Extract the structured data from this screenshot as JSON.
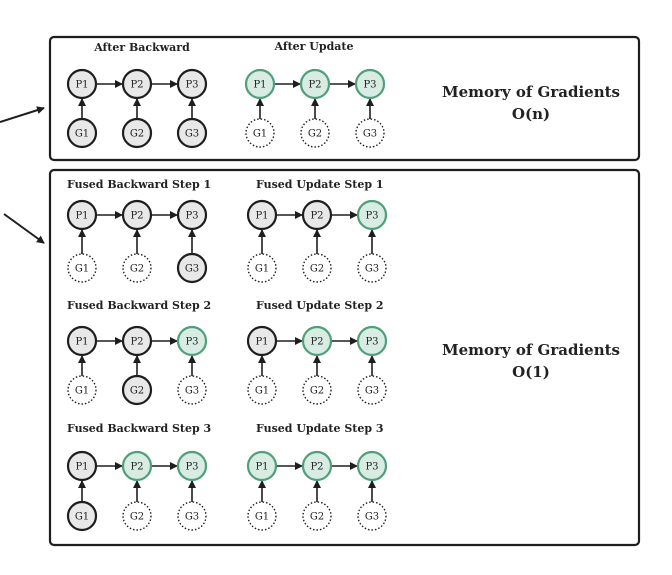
{
  "colors": {
    "gray_fill": "#e8e8e8",
    "gray_stroke": "#1e1e1e",
    "green_fill": "#d9ece3",
    "green_stroke": "#4f9f7a",
    "dotted_fill": "#ffffff"
  },
  "top_box": {
    "memory_label": "Memory of Gradients",
    "memory_complexity": "O(n)",
    "panels": [
      {
        "title": "After Backward",
        "params": [
          "P1",
          "P2",
          "P3"
        ],
        "grads": [
          "G1",
          "G2",
          "G3"
        ],
        "param_states": [
          "gray",
          "gray",
          "gray"
        ],
        "grad_states": [
          "solid",
          "solid",
          "solid"
        ]
      },
      {
        "title": "After Update",
        "params": [
          "P1",
          "P2",
          "P3"
        ],
        "grads": [
          "G1",
          "G2",
          "G3"
        ],
        "param_states": [
          "green",
          "green",
          "green"
        ],
        "grad_states": [
          "dotted",
          "dotted",
          "dotted"
        ]
      }
    ]
  },
  "bottom_box": {
    "memory_label": "Memory of Gradients",
    "memory_complexity": "O(1)",
    "panels": [
      {
        "title": "Fused Backward Step 1",
        "params": [
          "P1",
          "P2",
          "P3"
        ],
        "grads": [
          "G1",
          "G2",
          "G3"
        ],
        "param_states": [
          "gray",
          "gray",
          "gray"
        ],
        "grad_states": [
          "dotted",
          "dotted",
          "solid"
        ]
      },
      {
        "title": "Fused Update Step 1",
        "params": [
          "P1",
          "P2",
          "P3"
        ],
        "grads": [
          "G1",
          "G2",
          "G3"
        ],
        "param_states": [
          "gray",
          "gray",
          "green"
        ],
        "grad_states": [
          "dotted",
          "dotted",
          "dotted"
        ]
      },
      {
        "title": "Fused Backward Step 2",
        "params": [
          "P1",
          "P2",
          "P3"
        ],
        "grads": [
          "G1",
          "G2",
          "G3"
        ],
        "param_states": [
          "gray",
          "gray",
          "green"
        ],
        "grad_states": [
          "dotted",
          "solid",
          "dotted"
        ]
      },
      {
        "title": "Fused Update Step 2",
        "params": [
          "P1",
          "P2",
          "P3"
        ],
        "grads": [
          "G1",
          "G2",
          "G3"
        ],
        "param_states": [
          "gray",
          "green",
          "green"
        ],
        "grad_states": [
          "dotted",
          "dotted",
          "dotted"
        ]
      },
      {
        "title": "Fused Backward Step 3",
        "params": [
          "P1",
          "P2",
          "P3"
        ],
        "grads": [
          "G1",
          "G2",
          "G3"
        ],
        "param_states": [
          "gray",
          "green",
          "green"
        ],
        "grad_states": [
          "solid",
          "dotted",
          "dotted"
        ]
      },
      {
        "title": "Fused Update Step 3",
        "params": [
          "P1",
          "P2",
          "P3"
        ],
        "grads": [
          "G1",
          "G2",
          "G3"
        ],
        "param_states": [
          "green",
          "green",
          "green"
        ],
        "grad_states": [
          "dotted",
          "dotted",
          "dotted"
        ]
      }
    ]
  }
}
